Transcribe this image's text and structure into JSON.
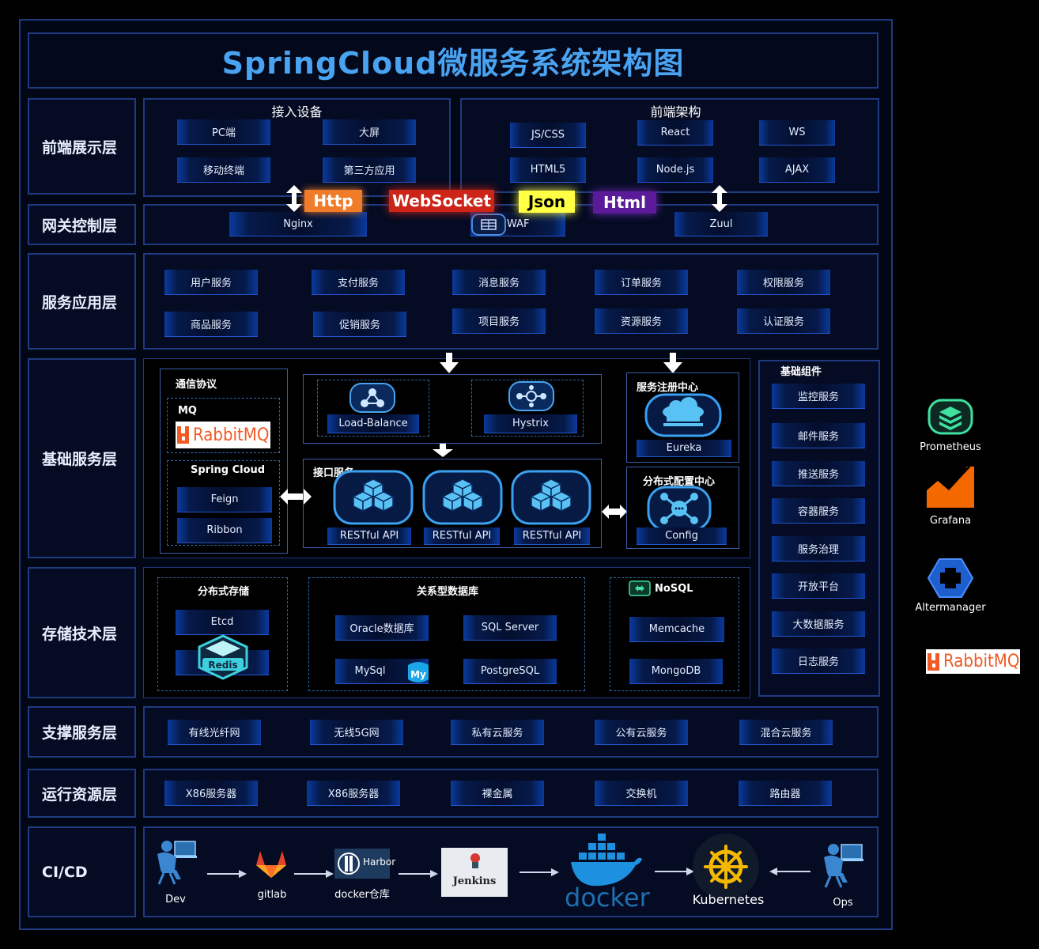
{
  "title": "SpringCloud微服务系统架构图",
  "layers": {
    "frontend": "前端展示层",
    "gateway": "网关控制层",
    "service": "服务应用层",
    "base": "基础服务层",
    "storage": "存储技术层",
    "support": "支撑服务层",
    "runtime": "运行资源层",
    "cicd": "CI/CD"
  },
  "access": {
    "title": "接入设备",
    "items": [
      "PC端",
      "大屏",
      "移动终端",
      "第三方应用"
    ]
  },
  "frontend_arch": {
    "title": "前端架构",
    "items": [
      "JS/CSS",
      "React",
      "WS",
      "HTML5",
      "Node.js",
      "AJAX"
    ]
  },
  "protocols": [
    "Http",
    "WebSocket",
    "Json",
    "Html"
  ],
  "gateway": [
    "Nginx",
    "WAF",
    "Zuul"
  ],
  "services": [
    "用户服务",
    "支付服务",
    "消息服务",
    "订单服务",
    "权限服务",
    "商品服务",
    "促销服务",
    "项目服务",
    "资源服务",
    "认证服务"
  ],
  "base": {
    "comm_title": "通信协议",
    "mq_label": "MQ",
    "rabbit_logo": "RabbitMQ",
    "spring_cloud": "Spring Cloud",
    "feign": "Feign",
    "ribbon": "Ribbon",
    "load_balance": "Load-Balance",
    "hystrix": "Hystrix",
    "api_title": "接口服务",
    "apis": [
      "RESTful API",
      "RESTful API",
      "RESTful API"
    ],
    "registry_title": "服务注册中心",
    "eureka": "Eureka",
    "config_title": "分布式配置中心",
    "config": "Config"
  },
  "components": {
    "title": "基础组件",
    "items": [
      "监控服务",
      "邮件服务",
      "推送服务",
      "容器服务",
      "服务治理",
      "开放平台",
      "大数据服务",
      "日志服务"
    ]
  },
  "storage": {
    "dist_title": "分布式存储",
    "etcd": "Etcd",
    "redis_logo": "Redis",
    "rdb_title": "关系型数据库",
    "rdb": [
      "Oracle数据库",
      "SQL Server",
      "MySql",
      "PostgreSQL"
    ],
    "mysql_logo": "My",
    "nosql_title": "NoSQL",
    "nosql": [
      "Memcache",
      "MongoDB"
    ]
  },
  "support": [
    "有线光纤网",
    "无线5G网",
    "私有云服务",
    "公有云服务",
    "混合云服务"
  ],
  "runtime": [
    "X86服务器",
    "X86服务器",
    "裸金属",
    "交换机",
    "路由器"
  ],
  "cicd": {
    "dev": "Dev",
    "gitlab": "gitlab",
    "harbor_logo": "Harbor",
    "docker_repo": "docker仓库",
    "jenkins_logo": "Jenkins",
    "docker_logo": "docker",
    "kubernetes": "Kubernetes",
    "ops": "Ops"
  },
  "tools": [
    "Prometheus",
    "Grafana",
    "Altermanager",
    "RabbitMQ"
  ],
  "colors": {
    "http": "#f07c2a",
    "websocket": "#cc2418",
    "json": "#ffff44",
    "html": "#5b1a9a",
    "frame": "#1f3a80",
    "title": "#4aa3f0",
    "box_accent": "#0a3a9e"
  }
}
